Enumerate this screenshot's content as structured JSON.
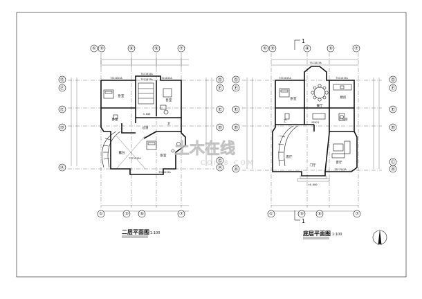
{
  "plans": [
    {
      "title": "二层平面图",
      "scale": "1:100",
      "axes_top": [
        "①",
        "②",
        "④",
        "⑤",
        "⑦"
      ],
      "axes_bottom": [
        "①",
        "③",
        "⑤",
        "⑦"
      ],
      "axes_left": [
        "Ⓖ",
        "Ⓕ",
        "Ⓔ",
        "Ⓓ",
        "Ⓐ"
      ],
      "axes_right": [
        "Ⓖ",
        "Ⓕ",
        "Ⓔ",
        "Ⓓ",
        "Ⓒ",
        "Ⓐ"
      ],
      "rooms": [
        "卧室",
        "卧室",
        "卫",
        "卧室",
        "露台",
        "过道",
        "卧室"
      ],
      "window_tags": [
        "TSC1815A",
        "TSC1815A",
        "TSC1815A",
        "TSC1815A",
        "TSC1515A",
        "TSC1515A"
      ],
      "elevation": "3.600"
    },
    {
      "title": "底层平面图",
      "scale": "1:100",
      "axes_top": [
        "①",
        "②",
        "④",
        "⑤",
        "⑦"
      ],
      "axes_bottom": [
        "①",
        "③",
        "⑤",
        "⑦"
      ],
      "axes_left": [
        "Ⓖ",
        "Ⓕ",
        "Ⓔ",
        "Ⓓ",
        "Ⓐ"
      ],
      "axes_right": [
        "Ⓖ",
        "Ⓕ",
        "Ⓔ",
        "Ⓓ",
        "Ⓒ",
        "Ⓐ"
      ],
      "rooms": [
        "客厅",
        "餐厅",
        "厨房",
        "卧室",
        "卫",
        "门厅",
        "工人房",
        "客厅"
      ],
      "window_tags": [
        "TSC1815A",
        "TSC1815A",
        "TSC1515A",
        "TSC1515A",
        "M1021"
      ],
      "elevation": "±0.000",
      "section_marks": [
        "1",
        "1"
      ]
    }
  ],
  "watermark": {
    "main": "土木在线",
    "sub": "COI88.COM"
  }
}
